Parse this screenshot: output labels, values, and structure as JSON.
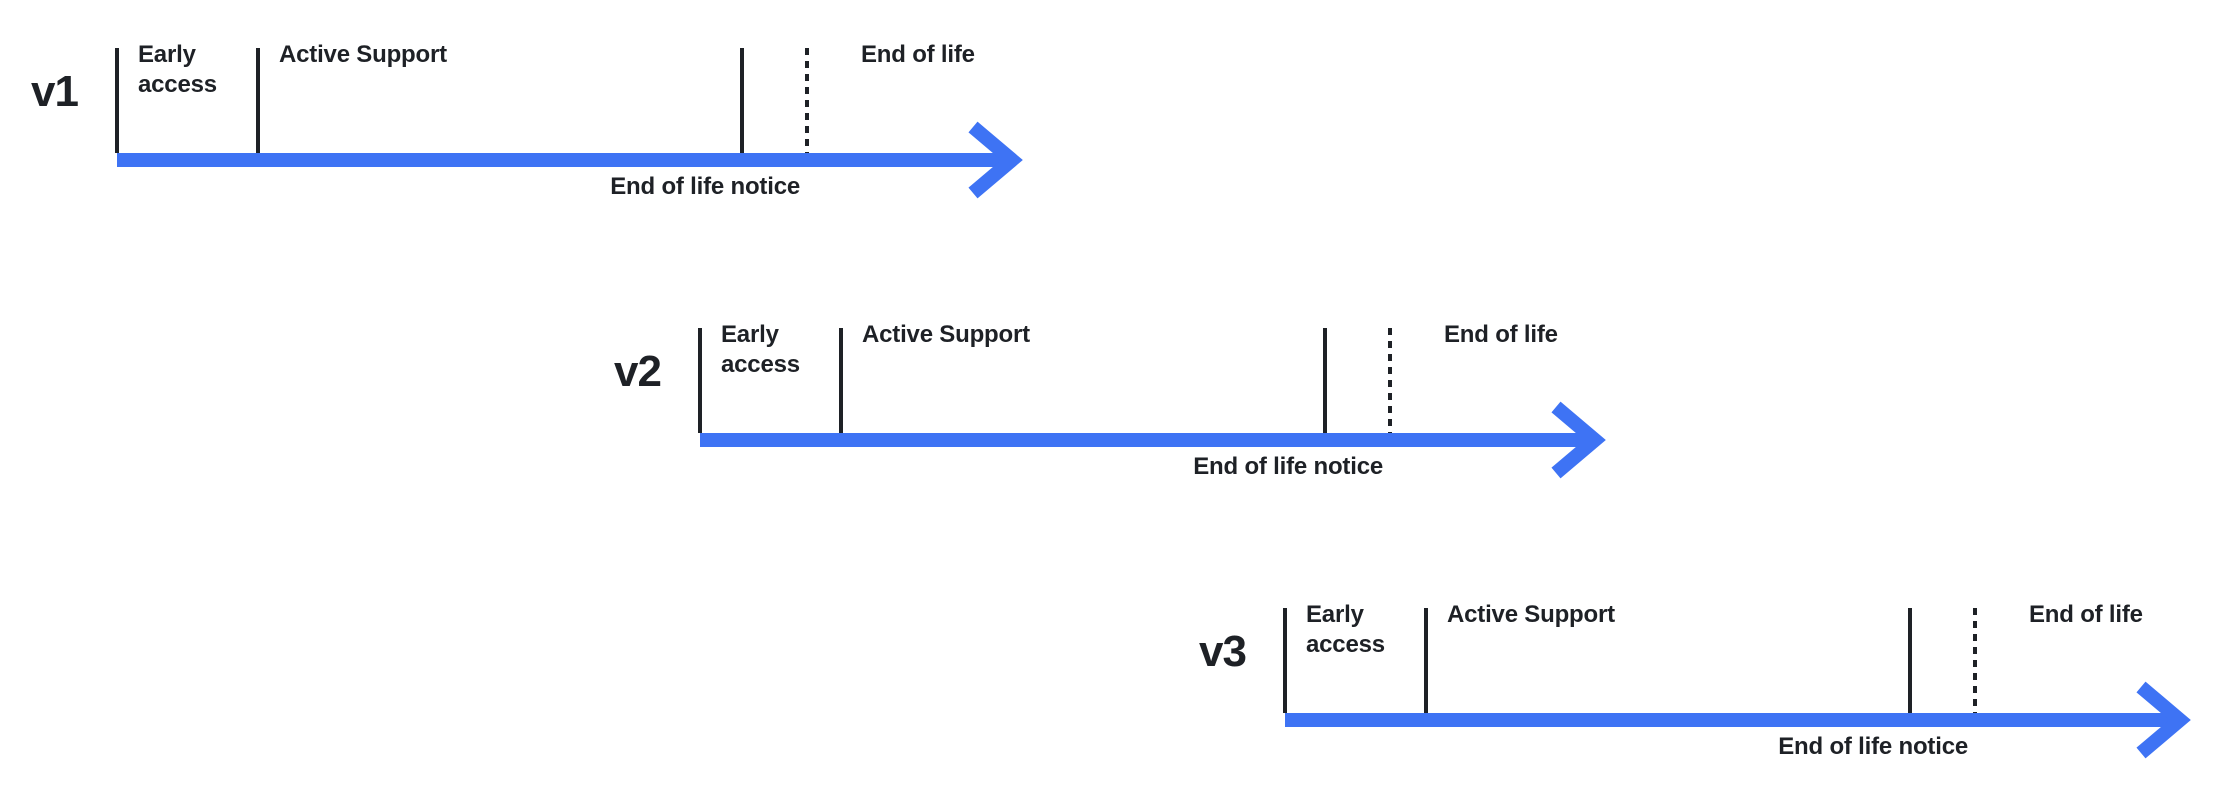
{
  "colors": {
    "accent": "#3e73f4",
    "ink": "#1e2126",
    "background": "#ffffff"
  },
  "diagram": {
    "description_type": "version-lifecycle-timelines"
  },
  "versions": [
    {
      "version": "v1",
      "labels": {
        "early_access": "Early access",
        "active_support": "Active Support",
        "end_of_life": "End of life",
        "end_of_life_notice": "End of life notice"
      }
    },
    {
      "version": "v2",
      "labels": {
        "early_access": "Early access",
        "active_support": "Active Support",
        "end_of_life": "End of life",
        "end_of_life_notice": "End of life notice"
      }
    },
    {
      "version": "v3",
      "labels": {
        "early_access": "Early access",
        "active_support": "Active Support",
        "end_of_life": "End of life",
        "end_of_life_notice": "End of life notice"
      }
    }
  ]
}
